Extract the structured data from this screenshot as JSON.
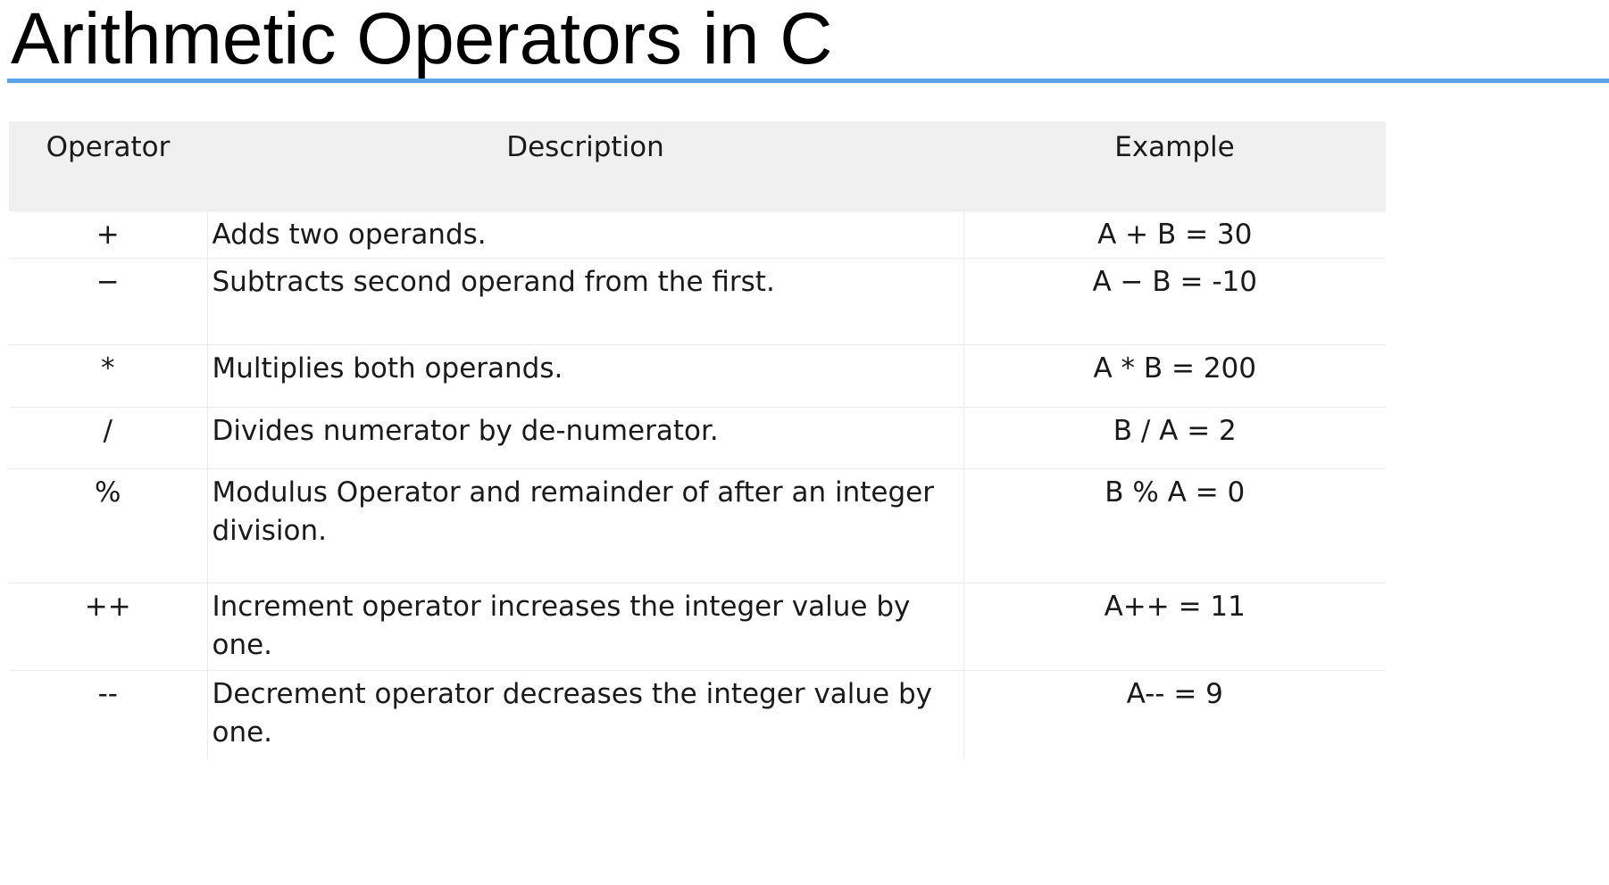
{
  "title": "Arithmetic Operators in C",
  "colors": {
    "title_rule": "#5aa3e8",
    "header_background": "#f0f0f0"
  },
  "table": {
    "headers": {
      "operator": "Operator",
      "description": "Description",
      "example": "Example"
    },
    "rows": [
      {
        "operator": "+",
        "description": "Adds two operands.",
        "example": "A + B = 30"
      },
      {
        "operator": "−",
        "description": "Subtracts second operand from the first.",
        "example": "A − B = -10"
      },
      {
        "operator": "*",
        "description": "Multiplies both operands.",
        "example": "A * B = 200"
      },
      {
        "operator": "/",
        "description": "Divides numerator by de-numerator.",
        "example": "B / A = 2"
      },
      {
        "operator": "%",
        "description": "Modulus Operator and remainder of after an integer division.",
        "example": "B % A = 0"
      },
      {
        "operator": "++",
        "description": "Increment operator increases the integer value by one.",
        "example": "A++ = 11"
      },
      {
        "operator": "--",
        "description": "Decrement operator decreases the integer value by one.",
        "example": "A-- = 9"
      }
    ]
  }
}
